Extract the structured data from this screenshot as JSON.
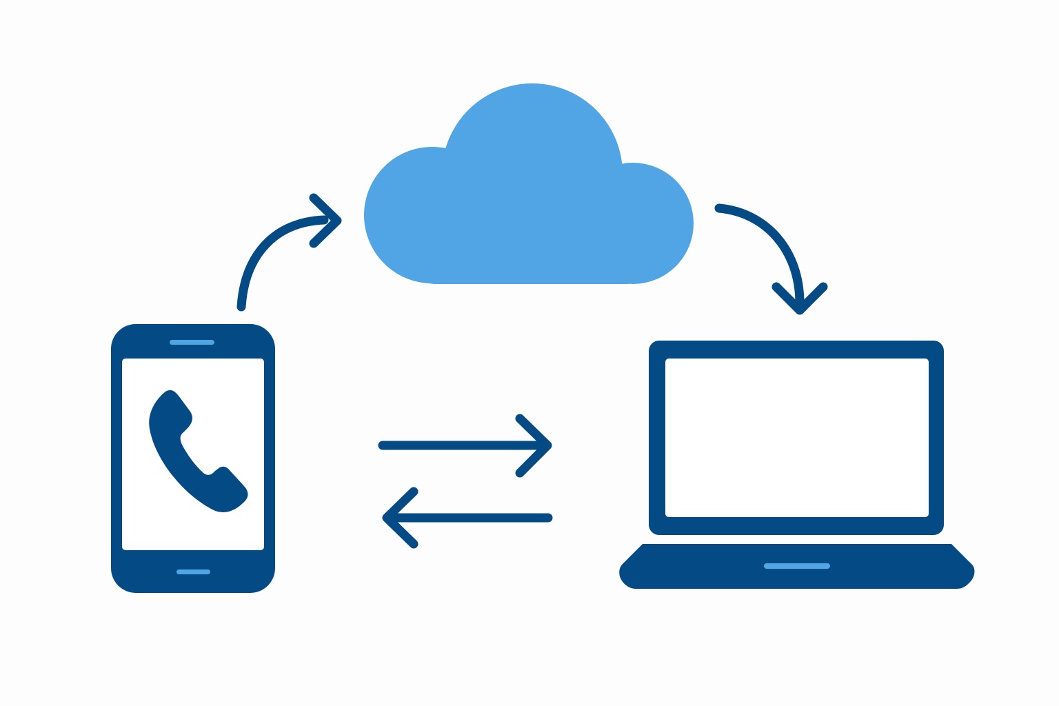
{
  "diagram": {
    "title": "",
    "nodes": [
      {
        "id": "phone",
        "icon": "smartphone-icon",
        "screen_icon": "phone-call-icon"
      },
      {
        "id": "cloud",
        "icon": "cloud-icon"
      },
      {
        "id": "laptop",
        "icon": "laptop-icon"
      }
    ],
    "edges": [
      {
        "from": "phone",
        "to": "cloud",
        "style": "curved-arrow"
      },
      {
        "from": "cloud",
        "to": "laptop",
        "style": "curved-arrow"
      },
      {
        "from": "phone",
        "to": "laptop",
        "style": "straight-arrow"
      },
      {
        "from": "laptop",
        "to": "phone",
        "style": "straight-arrow"
      }
    ]
  },
  "colors": {
    "background": "#fdfdfd",
    "dark_blue": "#044b86",
    "light_blue": "#51a5e5",
    "screen": "#ffffff"
  }
}
